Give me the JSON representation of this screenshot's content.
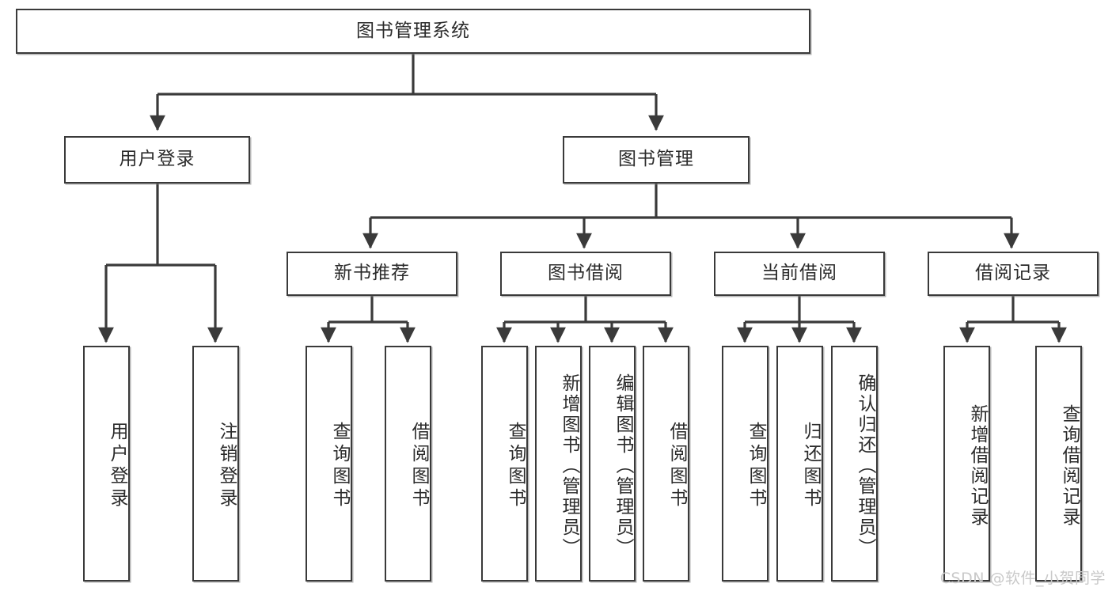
{
  "diagram": {
    "title": "图书管理系统",
    "type": "hierarchy-tree",
    "root": {
      "label": "图书管理系统"
    },
    "level2": [
      {
        "label": "用户登录"
      },
      {
        "label": "图书管理"
      }
    ],
    "level3": [
      {
        "label": "新书推荐"
      },
      {
        "label": "图书借阅"
      },
      {
        "label": "当前借阅"
      },
      {
        "label": "借阅记录"
      }
    ],
    "leaves": {
      "user_login": [
        {
          "label": "用户登录"
        },
        {
          "label": "注销登录"
        }
      ],
      "new_book_recommend": [
        {
          "label": "查询图书"
        },
        {
          "label": "借阅图书"
        }
      ],
      "book_borrow": [
        {
          "label": "查询图书"
        },
        {
          "label": "新增图书（管理员）"
        },
        {
          "label": "编辑图书（管理员）"
        },
        {
          "label": "借阅图书"
        }
      ],
      "current_borrow": [
        {
          "label": "查询图书"
        },
        {
          "label": "归还图书"
        },
        {
          "label": "确认归还（管理员）"
        }
      ],
      "borrow_record": [
        {
          "label": "新增借阅记录"
        },
        {
          "label": "查询借阅记录"
        }
      ]
    }
  },
  "watermark": {
    "text": "CSDN @软件_小贺同学"
  },
  "colors": {
    "box_border": "#3a3a3a",
    "box_fill": "#ffffff",
    "text": "#2b2b2b",
    "connector": "#3a3a3a",
    "watermark": "#c9c9c9",
    "background": "#ffffff"
  }
}
